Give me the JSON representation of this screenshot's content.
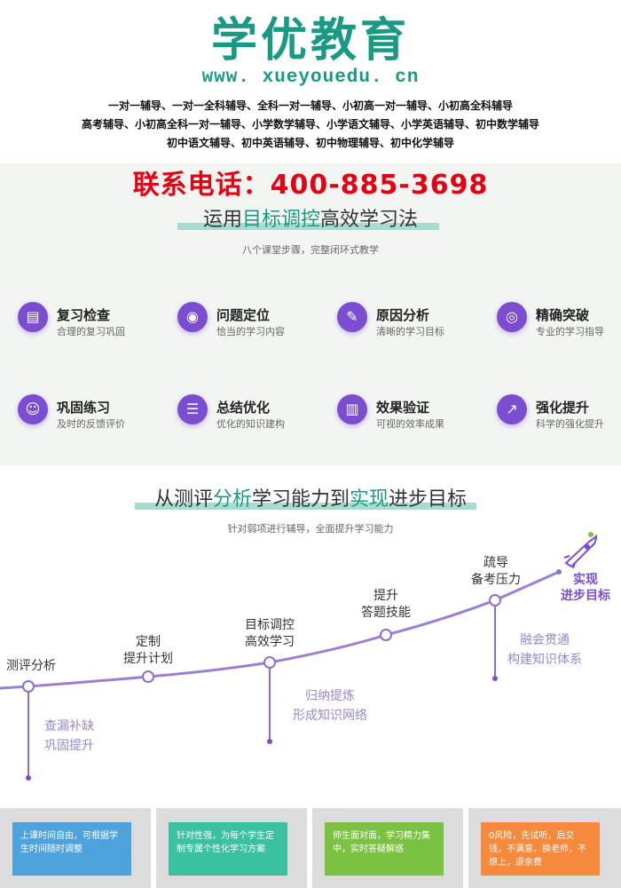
{
  "logo": {
    "title": "学优教育",
    "url": "www. xueyouedu. cn"
  },
  "services": [
    "一对一辅导、一对一全科辅导、全科一对一辅导、小初高一对一辅导、小初高全科辅导",
    "高考辅导、小初高全科一对一辅导、小学数学辅导、小学语文辅导、小学英语辅导、初中数学辅导",
    "初中语文辅导、初中英语辅导、初中物理辅导、初中化学辅导"
  ],
  "contact": {
    "phone": "联系电话：400-885-3698"
  },
  "section1": {
    "title_a": "运用",
    "title_hl": "目标调控",
    "title_b": "高效学习法",
    "subtitle": "八个课堂步骤，完整闭环式教学",
    "steps": [
      {
        "title": "复习检查",
        "desc": "合理的复习巩固",
        "icon": "document-icon"
      },
      {
        "title": "问题定位",
        "desc": "恰当的学习内容",
        "icon": "location-pin-icon"
      },
      {
        "title": "原因分析",
        "desc": "清晰的学习目标",
        "icon": "note-icon"
      },
      {
        "title": "精确突破",
        "desc": "专业的学习指导",
        "icon": "target-icon"
      },
      {
        "title": "巩固练习",
        "desc": "及时的反馈评价",
        "icon": "reader-icon"
      },
      {
        "title": "总结优化",
        "desc": "优化的知识建构",
        "icon": "list-icon"
      },
      {
        "title": "效果验证",
        "desc": "可视的效率成果",
        "icon": "book-icon"
      },
      {
        "title": "强化提升",
        "desc": "科学的强化提升",
        "icon": "growth-icon"
      }
    ]
  },
  "section2": {
    "title_a": "从测评",
    "title_hl1": "分析",
    "title_b": "学习能力到",
    "title_hl2": "实现",
    "title_c": "进步目标",
    "subtitle": "针对弱项进行辅导，全面提升学习能力",
    "milestones": [
      {
        "label": "测评分析",
        "sub": [
          "查漏补缺",
          "巩固提升"
        ]
      },
      {
        "label": "定制\n提升计划"
      },
      {
        "label": "目标调控\n高效学习",
        "sub": [
          "归纳提炼",
          "形成知识网络"
        ]
      },
      {
        "label": "提升\n答题技能"
      },
      {
        "label": "疏导\n备考压力",
        "sub": [
          "融会贯通",
          "构建知识体系"
        ]
      }
    ],
    "goal": "实现\n进步目标",
    "goal_icon": "rocket-icon"
  },
  "cards": [
    {
      "text": "上课时间自由，可根据学生时间随时调整",
      "color": "#4fa3dc"
    },
    {
      "text": "针对性强，为每个学生定制专属个性化学习方案",
      "color": "#3cc1a0"
    },
    {
      "text": "师生面对面，学习精力集中，实时答疑解惑",
      "color": "#7cc242"
    },
    {
      "text": "0风险，先试听，后交钱，不满意，换老师，不想上，退余费",
      "color": "#f58a3c"
    }
  ]
}
